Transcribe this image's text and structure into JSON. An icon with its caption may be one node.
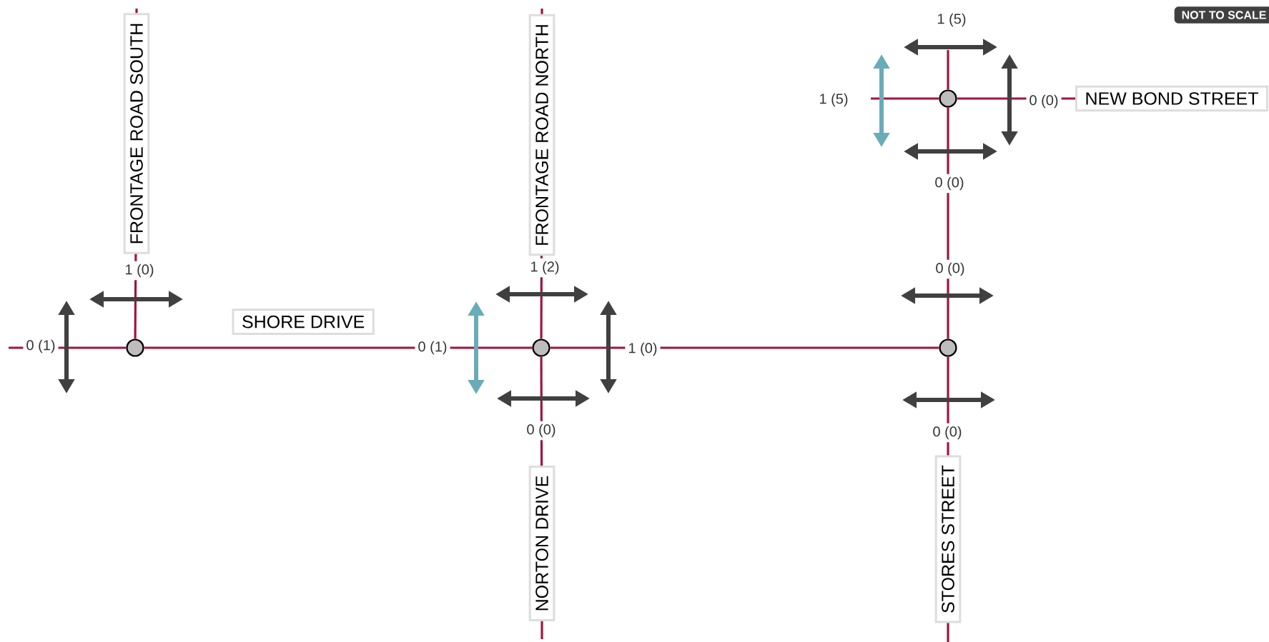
{
  "diagram": {
    "nodes": [
      {
        "text": [
          "FRONTAGE ROAD SOUTH"
        ]
      },
      {
        "text": [
          "FRONTAGE ROAD NORTH"
        ]
      },
      {
        "text": [],
        "shape": "circle"
      },
      {
        "text": [
          "NEW BOND STREET"
        ]
      },
      {
        "text": [],
        "shape": "circle"
      },
      {
        "text": [],
        "shape": "circle"
      },
      {
        "text": [],
        "shape": "circle"
      },
      {
        "text": [
          "NORTON DRIVE"
        ]
      },
      {
        "text": [
          "STORES STREET"
        ]
      }
    ],
    "edges": [
      {
        "from": 4,
        "to": 0,
        "arrow": "none"
      },
      {
        "from": 4,
        "to": 5,
        "arrow": "none",
        "label": "SHORE DRIVE"
      },
      {
        "from": 5,
        "to": 1,
        "arrow": "none"
      },
      {
        "from": 5,
        "to": 6,
        "arrow": "none"
      },
      {
        "from": 5,
        "to": 7,
        "arrow": "none"
      },
      {
        "from": 6,
        "to": 2,
        "arrow": "none"
      },
      {
        "from": 6,
        "to": 8,
        "arrow": "none"
      },
      {
        "from": 2,
        "to": 3,
        "arrow": "none"
      },
      {
        "from": null,
        "to": 4,
        "arrow": "none"
      },
      {
        "from": null,
        "to": 2,
        "arrow": "none"
      },
      {
        "from": null,
        "to": 2,
        "arrow": "none"
      },
      {
        "from": null,
        "to": 0,
        "arrow": "none"
      },
      {
        "from": null,
        "to": 1,
        "arrow": "none"
      },
      {
        "from": null,
        "to": 7,
        "arrow": "none"
      },
      {
        "from": null,
        "to": 8,
        "arrow": "none"
      }
    ],
    "labels": [
      "1 (5)",
      "1 (5)",
      "0 (0)",
      "0 (0)",
      "1 (0)",
      "1 (2)",
      "0 (0)",
      "0 (1)",
      "0 (1)",
      "1 (0)",
      "0 (0)",
      "0 (0)",
      "NOT TO SCALE"
    ]
  }
}
